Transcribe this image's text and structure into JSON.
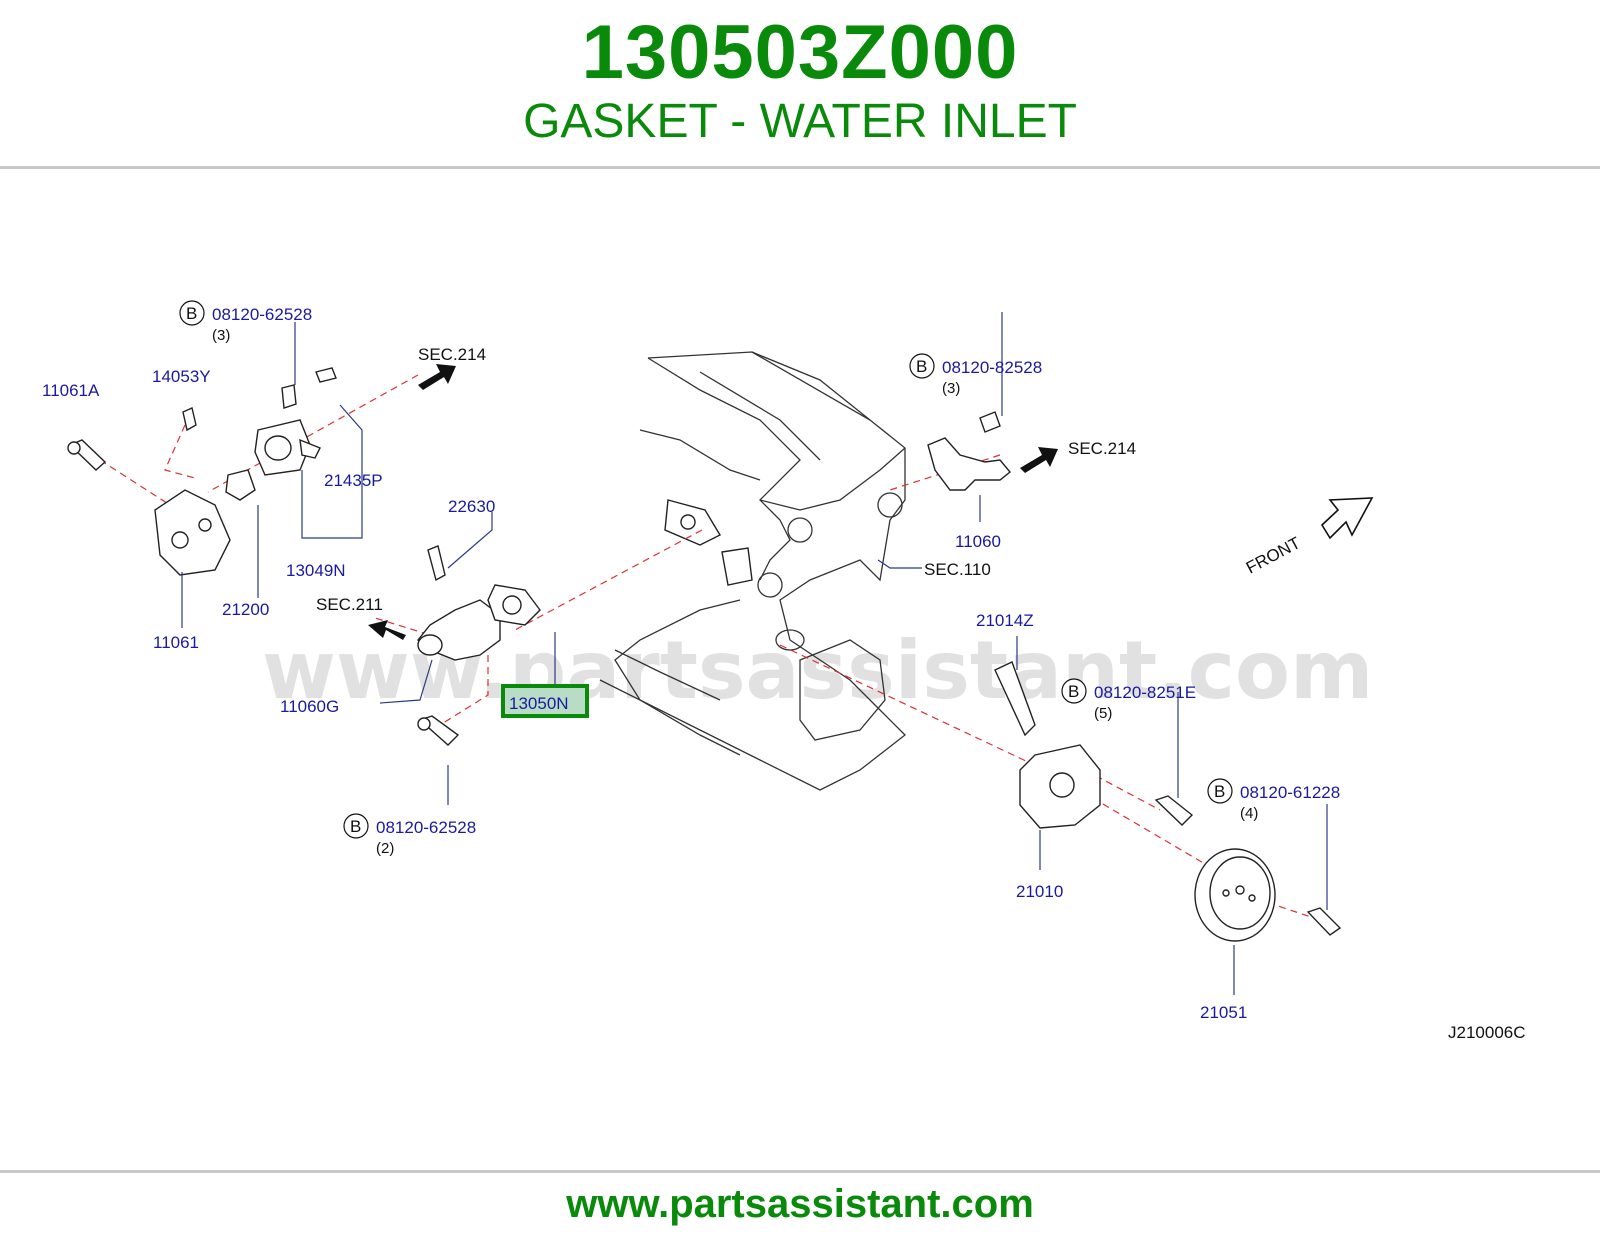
{
  "header": {
    "part_number": "130503Z000",
    "part_name": "GASKET - WATER INLET"
  },
  "footer": {
    "url": "www.partsassistant.com"
  },
  "diagram": {
    "watermark": "www.partsassistant.com",
    "drawing_code": "J210006C",
    "front_label": "FRONT",
    "highlight_color": "#0a8a0a",
    "callouts": {
      "bolt_top_left": {
        "badge": "B",
        "part": "08120-62528",
        "qty": "(3)"
      },
      "bolt_top_right": {
        "badge": "B",
        "part": "08120-82528",
        "qty": "(3)"
      },
      "bolt_mid_right": {
        "badge": "B",
        "part": "08120-8251E",
        "qty": "(5)"
      },
      "bolt_right": {
        "badge": "B",
        "part": "08120-61228",
        "qty": "(4)"
      },
      "bolt_bottom": {
        "badge": "B",
        "part": "08120-62528",
        "qty": "(2)"
      }
    },
    "labels": {
      "p11061A": "11061A",
      "p14053Y": "14053Y",
      "p21435P": "21435P",
      "p13049N": "13049N",
      "p21200": "21200",
      "p11061": "11061",
      "p22630": "22630",
      "p11060G": "11060G",
      "p13050N": "13050N",
      "p11060": "11060",
      "p21014Z": "21014Z",
      "p21010": "21010",
      "p21051": "21051"
    },
    "sections": {
      "sec214_left": "SEC.214",
      "sec214_right": "SEC.214",
      "sec211": "SEC.211",
      "sec110": "SEC.110"
    }
  }
}
